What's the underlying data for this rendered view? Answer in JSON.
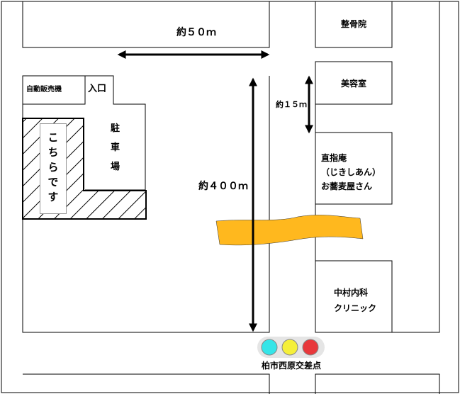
{
  "map": {
    "distance_top": "約５０ｍ",
    "distance_side": "約１５ｍ",
    "distance_long": "約４００ｍ",
    "vending_machine": "自動販売機",
    "entrance": "入口",
    "parking": "駐車場",
    "here": "こちらです",
    "buildings": {
      "seikotsuin": "整骨院",
      "biyoushitsu": "美容室",
      "soba_line1": "直指庵",
      "soba_line2": "（じきしあん）",
      "soba_line3": "お蕎麦屋さん",
      "clinic_line1": "中村内科",
      "clinic_line2": "クリニック"
    },
    "intersection": "柏市西原交差点",
    "signal_colors": [
      "#35e5e8",
      "#f5ef3a",
      "#e8383b"
    ],
    "river_color": "#ffb81e"
  }
}
